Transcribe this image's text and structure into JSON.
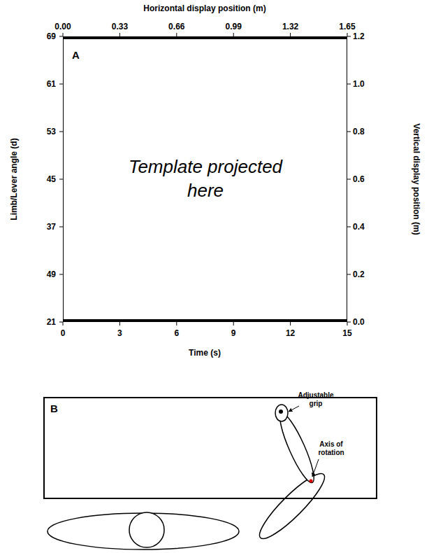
{
  "diagram": {
    "nodes": [
      {
        "text": [
          "A",
          "Template projected here"
        ]
      },
      {
        "text": [
          "B"
        ]
      }
    ],
    "labels": [
      "Horizontal display position (m)",
      "0.00",
      "0.33",
      "0.66",
      "0.99",
      "1.32",
      "1.65",
      "Limb/Lever angle (d)",
      "69",
      "61",
      "53",
      "45",
      "37",
      "49",
      "21",
      "Vertical display position (m)",
      "1.2",
      "1.0",
      "0.8",
      "0.6",
      "0.4",
      "0.2",
      "0.0",
      "0",
      "3",
      "6",
      "9",
      "12",
      "15",
      "Time (s)",
      "Adjustable grip",
      "Axis of rotation"
    ]
  }
}
